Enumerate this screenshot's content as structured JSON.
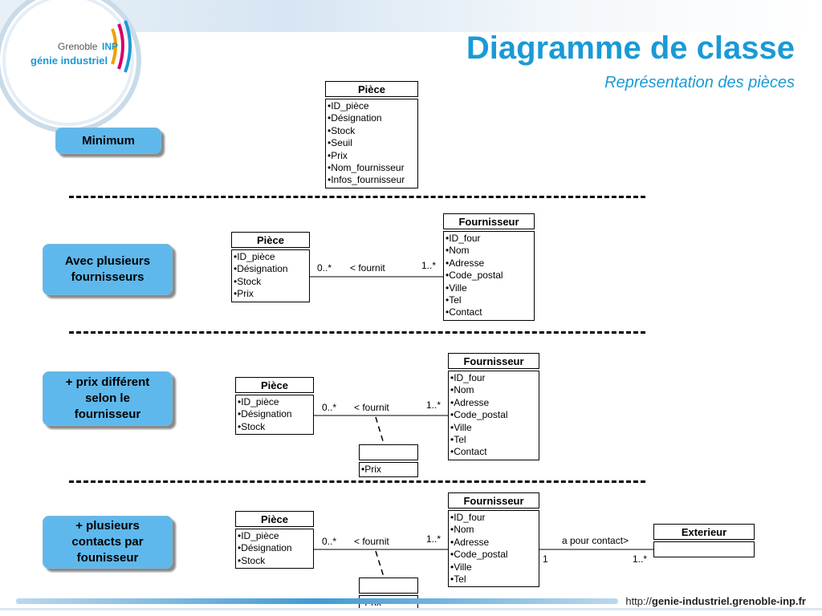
{
  "header": {
    "title": "Diagramme de classe",
    "subtitle": "Représentation des pièces",
    "logo_text_top": "Grenoble",
    "logo_text_inp": "INP",
    "logo_text_bottom": "génie industriel"
  },
  "section_labels": {
    "minimum": "Minimum",
    "plusieurs_line1": "Avec plusieurs",
    "plusieurs_line2": "fournisseurs",
    "prix_line1": "+ prix différent",
    "prix_line2": "selon le",
    "prix_line3": "fournisseur",
    "contacts_line1": "+ plusieurs",
    "contacts_line2": "contacts par",
    "contacts_line3": "founisseur"
  },
  "s1": {
    "piece": {
      "name": "Pièce",
      "attrs": [
        "•ID_pièce",
        "•Désignation",
        "•Stock",
        "•Seuil",
        "•Prix",
        "•Nom_fournisseur",
        "•Infos_fournisseur"
      ]
    }
  },
  "s2": {
    "piece": {
      "name": "Pièce",
      "attrs": [
        "•ID_pièce",
        "•Désignation",
        "•Stock",
        "•Prix"
      ]
    },
    "fournisseur": {
      "name": "Fournisseur",
      "attrs": [
        "•ID_four",
        "•Nom",
        "•Adresse",
        "•Code_postal",
        "•Ville",
        "•Tel",
        "•Contact"
      ]
    },
    "assoc": {
      "left_mult": "0..*",
      "label": "< fournit",
      "right_mult": "1..*"
    }
  },
  "s3": {
    "piece": {
      "name": "Pièce",
      "attrs": [
        "•ID_pièce",
        "•Désignation",
        "•Stock"
      ]
    },
    "fournisseur": {
      "name": "Fournisseur",
      "attrs": [
        "•ID_four",
        "•Nom",
        "•Adresse",
        "•Code_postal",
        "•Ville",
        "•Tel",
        "•Contact"
      ]
    },
    "assoc": {
      "left_mult": "0..*",
      "label": "< fournit",
      "right_mult": "1..*"
    },
    "assoc_class": {
      "attrs": [
        "•Prix"
      ]
    }
  },
  "s4": {
    "piece": {
      "name": "Pièce",
      "attrs": [
        "•ID_pièce",
        "•Désignation",
        "•Stock"
      ]
    },
    "fournisseur": {
      "name": "Fournisseur",
      "attrs": [
        "•ID_four",
        "•Nom",
        "•Adresse",
        "•Code_postal",
        "•Ville",
        "•Tel"
      ]
    },
    "exterieur": {
      "name": "Exterieur"
    },
    "assoc": {
      "left_mult": "0..*",
      "label": "< fournit",
      "right_mult": "1..*"
    },
    "assoc_class": {
      "attrs": [
        "•Prix"
      ]
    },
    "contact_assoc": {
      "label": "a pour contact>",
      "left_mult": "1",
      "right_mult": "1..*"
    }
  },
  "footer": {
    "url_prefix": "http://",
    "url_main": "genie-industriel.grenoble-inp.fr"
  },
  "colors": {
    "accent": "#1a9ad6",
    "badge": "#5fb8ec"
  }
}
